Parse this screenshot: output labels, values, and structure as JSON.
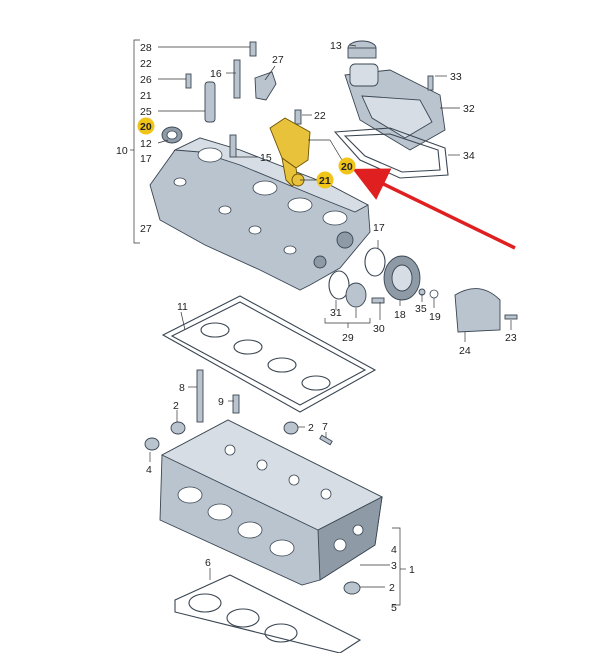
{
  "callouts": {
    "p28": "28",
    "p22a": "22",
    "p26": "26",
    "p21a": "21",
    "p25": "25",
    "p20a": "20",
    "p12": "12",
    "p10": "10",
    "p17a": "17",
    "p27a": "27",
    "p16": "16",
    "p27b": "27",
    "p13": "13",
    "p33": "33",
    "p22b": "22",
    "p32": "32",
    "p15": "15",
    "p34": "34",
    "p21b": "21",
    "p20b": "20",
    "p17b": "17",
    "p11": "11",
    "p31": "31",
    "p29": "29",
    "p30": "30",
    "p18": "18",
    "p35": "35",
    "p19": "19",
    "p24": "24",
    "p23": "23",
    "p8": "8",
    "p9": "9",
    "p2a": "2",
    "p2b": "2",
    "p7": "7",
    "p4a": "4",
    "p3": "3",
    "p4b": "4",
    "p1": "1",
    "p2c": "2",
    "p6": "6",
    "p5": "5"
  },
  "colors": {
    "highlight": "#f0c419",
    "arrow": "#e02020",
    "part": "#b9c4cf"
  }
}
